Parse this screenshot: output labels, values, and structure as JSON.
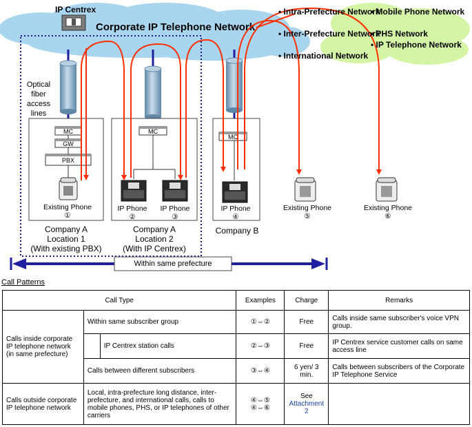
{
  "diagram": {
    "ip_centrex_label": "IP Centrex",
    "network_title": "Corporate IP Telephone Network",
    "prefecture_networks": [
      "Intra-Prefecture Network",
      "Inter-Prefecture Network",
      "International Network"
    ],
    "other_networks": [
      "Mobile Phone Network",
      "PHS Network",
      "IP Telephone Network"
    ],
    "access_lines_label": [
      "Optical",
      "fiber",
      "access",
      "lines"
    ],
    "device_labels": {
      "mc": "MC",
      "gw": "GW",
      "pbx": "PBX"
    },
    "phones": [
      {
        "label": "Existing Phone",
        "num": "①"
      },
      {
        "label": "IP Phone",
        "num": "②"
      },
      {
        "label": "IP Phone",
        "num": "③"
      },
      {
        "label": "IP Phone",
        "num": "④"
      },
      {
        "label": "Existing Phone",
        "num": "⑤"
      },
      {
        "label": "Existing Phone",
        "num": "⑥"
      }
    ],
    "locations": [
      [
        "Company A",
        "Location 1",
        "(With existing PBX)"
      ],
      [
        "Company A",
        "Location 2",
        "(With IP Centrex)"
      ],
      [
        "Company B"
      ]
    ],
    "prefecture_label": "Within same prefecture"
  },
  "call_patterns": {
    "heading": "Call Patterns",
    "headers": {
      "call_type": "Call Type",
      "examples": "Examples",
      "charge": "Charge",
      "remarks": "Remarks"
    },
    "group1": "Calls inside corporate IP telephone network (in same prefecture)",
    "group2": "Calls outside corporate IP telephone network",
    "rows": [
      {
        "type": "Within same subscriber group",
        "example": "①⇔②",
        "charge": "Free",
        "remarks": "Calls inside same subscriber's voice VPN group."
      },
      {
        "type": "IP Centrex station calls",
        "example": "②⇔③",
        "charge": "Free",
        "remarks": "IP Centrex service customer calls on same access line"
      },
      {
        "type": "Calls between different subscribers",
        "example": "③⇔④",
        "charge": "6 yen/ 3 min.",
        "remarks": "Calls between subscribers of the Corporate IP Telephone Service"
      },
      {
        "type": "Local, intra-prefecture long distance, inter-prefecture, and international calls, calls to mobile phones, PHS, or IP telephones of other carriers",
        "example": "④⇔⑤",
        "example2": "④⇔⑥",
        "charge": "See",
        "charge_link": "Attachment 2",
        "remarks": ""
      }
    ]
  },
  "colors": {
    "cloud_blue": "#a9d6ee",
    "cloud_green": "#d5f5a6",
    "arrow": "#ff3000",
    "axis": "#1f1f9f",
    "cylinder": "#8db3cf"
  }
}
